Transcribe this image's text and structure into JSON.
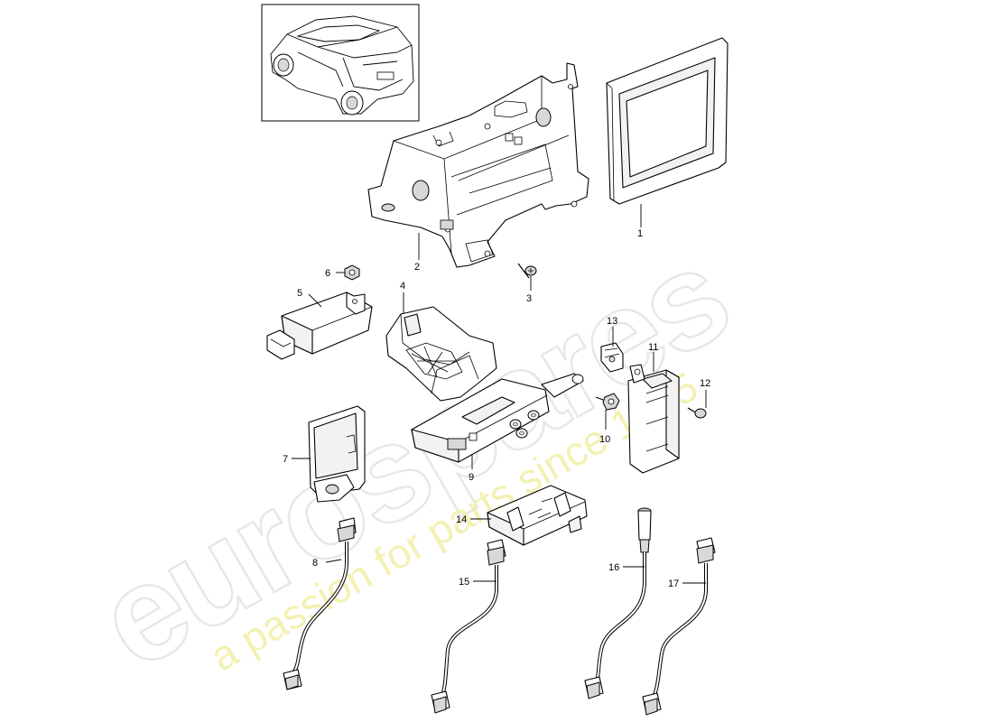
{
  "watermark": {
    "logo_text": "eurospares",
    "tagline": "a passion for parts since 1985"
  },
  "callouts": [
    "1",
    "2",
    "3",
    "4",
    "5",
    "6",
    "7",
    "8",
    "9",
    "10",
    "11",
    "12",
    "13",
    "14",
    "15",
    "16",
    "17"
  ],
  "colors": {
    "line": "#000000",
    "watermark_logo": "#e7e7e7",
    "watermark_tagline": "#f2efa6"
  }
}
